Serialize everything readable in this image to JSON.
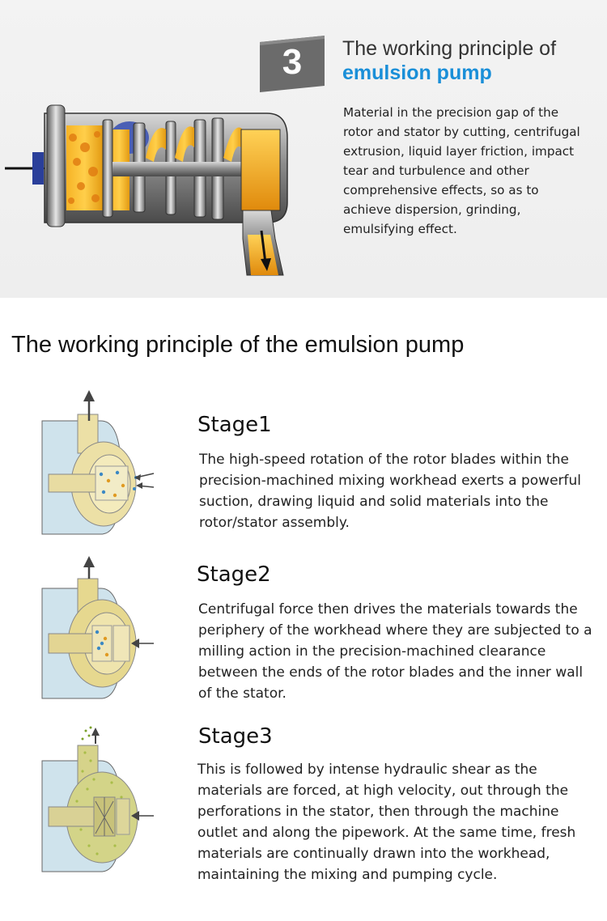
{
  "hero": {
    "step_number": "3",
    "title_line1": "The working principle of",
    "title_line2": "emulsion pump",
    "description": "Material in the precision gap of the rotor and stator by cutting, centrifugal extrusion, liquid layer friction, impact tear and turbulence and other comprehensive effects, so as to achieve dispersion, grinding, emulsifying effect.",
    "accent_color": "#1a8fd8"
  },
  "section": {
    "title": "The working principle of the emulsion pump"
  },
  "stages": [
    {
      "title": "Stage1",
      "text": "The high-speed rotation of the rotor blades within the precision-machined mixing workhead exerts a powerful suction, drawing liquid and solid materials into the rotor/stator assembly."
    },
    {
      "title": "Stage2",
      "text": "Centrifugal force then drives the materials towards the periphery of the workhead where they are subjected to a milling action in the precision-machined clearance between the ends of the rotor blades and the inner wall of the stator."
    },
    {
      "title": "Stage3",
      "text": "This is followed by intense hydraulic shear as the materials are forced, at high velocity, out through the perforations in the stator, then through the machine outlet and along the pipework. At the same time, fresh materials are continually drawn into the workhead, maintaining the mixing and pumping cycle."
    }
  ]
}
